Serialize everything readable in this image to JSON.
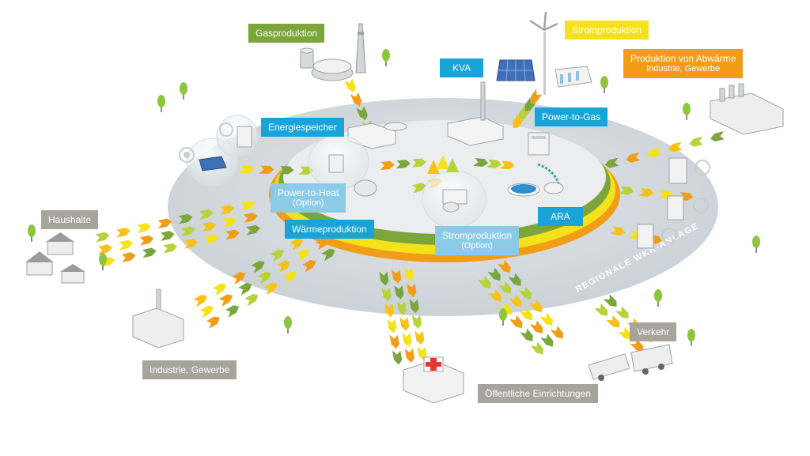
{
  "labels": {
    "gasproduktion": "Gasproduktion",
    "stromproduktion_top": "Stromproduktion",
    "kva": "KVA",
    "abwaerme": "Produktion von Abwärme",
    "abwaerme_sub": "Industrie, Gewerbe",
    "power_to_gas": "Power-to-Gas",
    "energiespeicher": "Energiespeicher",
    "power_to_heat": "Power-to-Heat",
    "power_to_heat_sub": "(Option)",
    "waermeproduktion": "Wärmeproduktion",
    "stromproduktion_center": "Stromproduktion",
    "stromproduktion_center_sub": "(Option)",
    "ara": "ARA",
    "haushalte": "Haushalte",
    "industrie_gewerbe": "Industrie, Gewerbe",
    "verkehr": "Verkehr",
    "oeffentliche": "Öffentliche Einrichtungen",
    "ring_text": "REGIONALE WKK-ANLAGE"
  },
  "colors": {
    "platform": "#d6dce1",
    "inner": "#ecedee",
    "ring_green": "#7aa63c",
    "ring_yellow": "#f6e21a",
    "ring_orange": "#f29d18",
    "tag_blue": "#1aa3d9",
    "tag_lightblue": "#8ccbe8",
    "tag_gray": "#a7a49b"
  },
  "icons": [
    "wind-turbine-icon",
    "solar-panel-icon",
    "factory-icon",
    "house-icon",
    "hospital-icon",
    "truck-icon",
    "tree-icon",
    "gas-tank-icon",
    "chimney-icon",
    "water-treatment-icon"
  ]
}
